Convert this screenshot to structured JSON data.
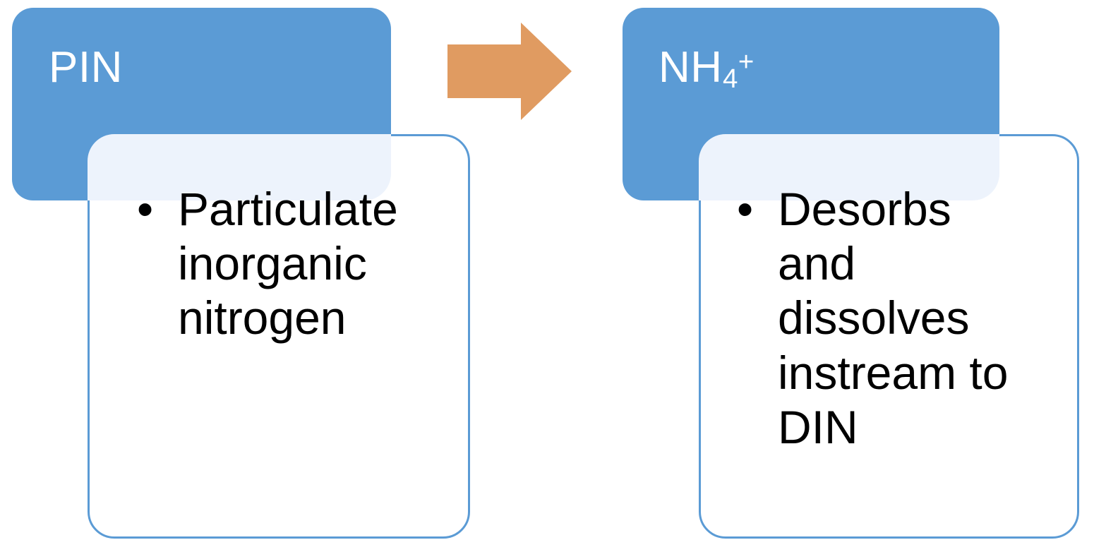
{
  "diagram": {
    "title": "PIN to ammonium transformation flow",
    "colors": {
      "header_blue": "#5B9BD5",
      "arrow_orange": "#E09B61",
      "content_border": "#5B9BD5",
      "overlap_tint": "#EDF3FC",
      "header_text": "#FFFFFF",
      "body_text": "#000000",
      "background": "#FFFFFF"
    },
    "nodes": [
      {
        "id": "pin",
        "header": {
          "text": "PIN",
          "base": "PIN",
          "subscript": "",
          "superscript": ""
        },
        "bullets": [
          "Particulate inorganic nitrogen"
        ]
      },
      {
        "id": "ammonium",
        "header": {
          "text": "NH4+",
          "base": "NH",
          "subscript": "4",
          "superscript": "+"
        },
        "bullets": [
          "Desorbs and dissolves instream to DIN"
        ]
      }
    ],
    "connector": {
      "type": "right-arrow",
      "from": "pin",
      "to": "ammonium",
      "color": "#E09B61"
    }
  }
}
